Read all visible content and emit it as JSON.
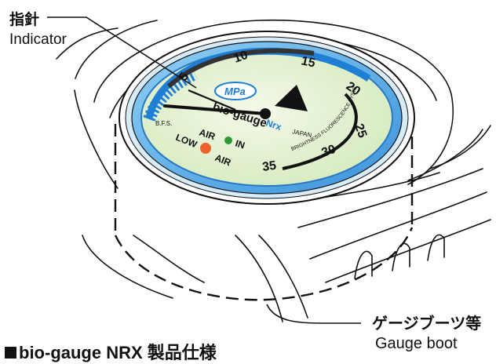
{
  "callouts": {
    "indicator_jp": "指針",
    "indicator_en": "Indicator",
    "boot_jp": "ゲージブーツ等",
    "boot_en": "Gauge boot"
  },
  "gauge": {
    "scale_ticks": [
      "5",
      "10",
      "15",
      "20",
      "25",
      "30",
      "35"
    ],
    "brand_script": "bio-gauge",
    "brand_model": "Nrx",
    "mpa_badge": "MPa",
    "origin": "JAPAN",
    "bfs_mark": "B.F.S.",
    "arc_text": "BRIGHTNESS FLUORESCENCE SYSTEM",
    "air_in_label": "AIR",
    "in_label": "IN",
    "low_label": "LOW",
    "low_air_label": "AIR",
    "colors": {
      "face": "#e3f0cf",
      "bezel_blue": "#5aaee8",
      "scale_blue": "#1f7fd4",
      "needle": "#111111",
      "green_dot": "#2e9a36",
      "orange_dot": "#f0602a"
    }
  },
  "footer": {
    "heading": "bio-gauge NRX 製品仕様"
  }
}
